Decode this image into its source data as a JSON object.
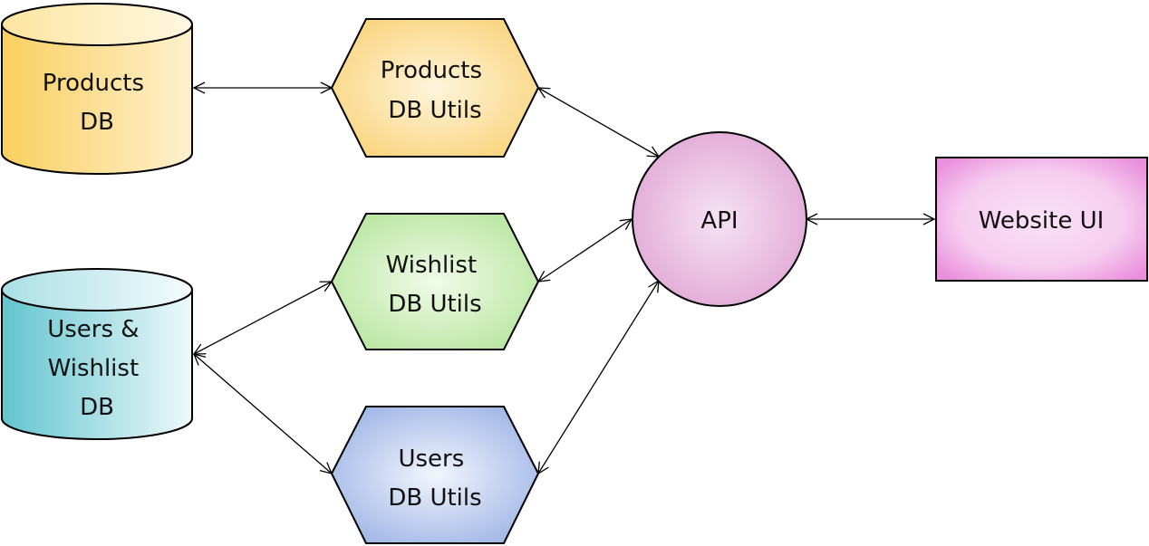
{
  "nodes": {
    "products_db": {
      "lines": [
        "Products",
        "DB"
      ]
    },
    "users_wishlist_db": {
      "lines": [
        "Users &",
        "Wishlist",
        "DB"
      ]
    },
    "products_db_utils": {
      "lines": [
        "Products",
        "DB Utils"
      ]
    },
    "wishlist_db_utils": {
      "lines": [
        "Wishlist",
        "DB Utils"
      ]
    },
    "users_db_utils": {
      "lines": [
        "Users",
        "DB Utils"
      ]
    },
    "api": {
      "lines": [
        "API"
      ]
    },
    "website_ui": {
      "lines": [
        "Website UI"
      ]
    }
  },
  "colors": {
    "products": [
      "#fde9a8",
      "#f7c95c"
    ],
    "users_db": [
      "#f0fafc",
      "#6cc8d2"
    ],
    "products_utils": "#f9d888",
    "wishlist_utils": "#bfe8a8",
    "users_utils": "#a9bde8",
    "api": "#e9b6e0",
    "website_ui": "#ee9ce2"
  }
}
